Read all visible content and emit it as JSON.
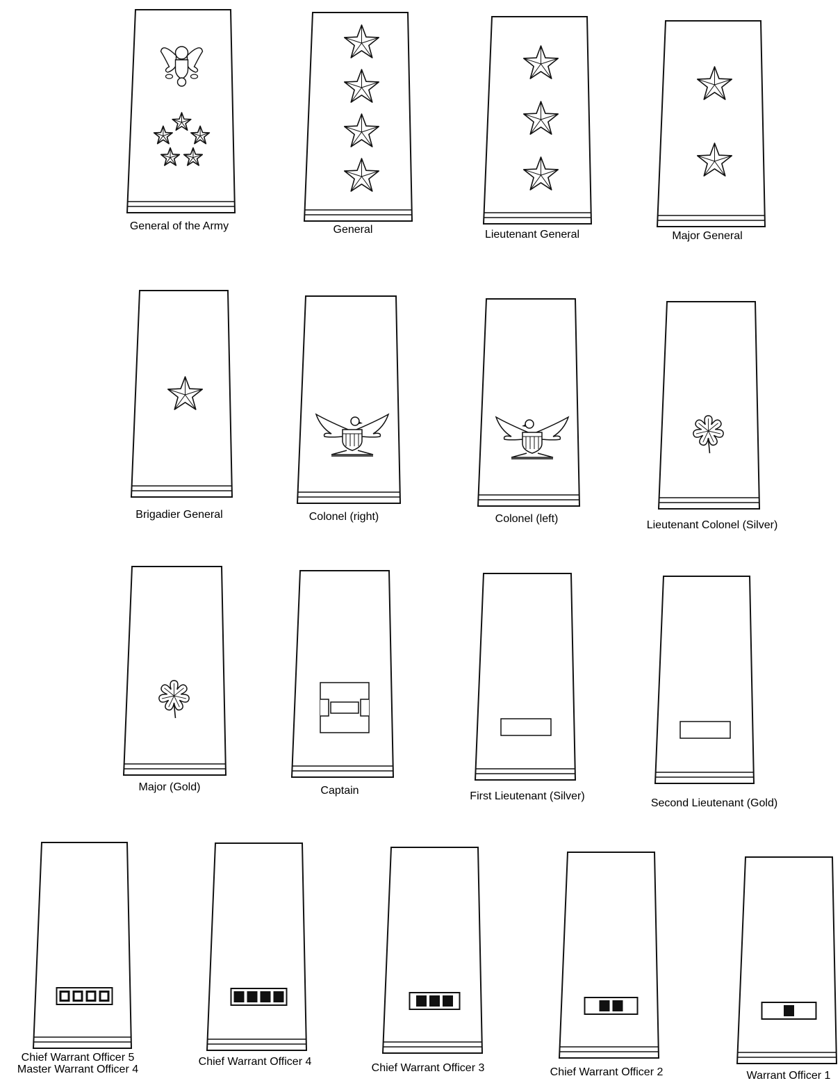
{
  "title": "",
  "boards": [
    {
      "id": "general-of-the-army",
      "caption": [
        "General of the Army"
      ],
      "insignia": "eagle-and-five-star-wreath",
      "count": 5
    },
    {
      "id": "general",
      "caption": [
        "General"
      ],
      "insignia": "stars",
      "count": 4
    },
    {
      "id": "lieutenant-general",
      "caption": [
        "Lieutenant General"
      ],
      "insignia": "stars",
      "count": 3
    },
    {
      "id": "major-general",
      "caption": [
        "Major General"
      ],
      "insignia": "stars",
      "count": 2
    },
    {
      "id": "brigadier-general",
      "caption": [
        "Brigadier General"
      ],
      "insignia": "stars",
      "count": 1
    },
    {
      "id": "colonel-right",
      "caption": [
        "Colonel (right)"
      ],
      "insignia": "eagle-right",
      "count": 1
    },
    {
      "id": "colonel-left",
      "caption": [
        "Colonel (left)"
      ],
      "insignia": "eagle-left",
      "count": 1
    },
    {
      "id": "lieutenant-colonel",
      "caption": [
        "Lieutenant Colonel (Silver)"
      ],
      "insignia": "oak-leaf",
      "count": 1
    },
    {
      "id": "major",
      "caption": [
        "Major (Gold)"
      ],
      "insignia": "oak-leaf",
      "count": 1
    },
    {
      "id": "captain",
      "caption": [
        "Captain"
      ],
      "insignia": "two-bars",
      "count": 2
    },
    {
      "id": "first-lieutenant",
      "caption": [
        "First Lieutenant (Silver)"
      ],
      "insignia": "bar",
      "count": 1
    },
    {
      "id": "second-lieutenant",
      "caption": [
        "Second Lieutenant (Gold)"
      ],
      "insignia": "bar",
      "count": 1
    },
    {
      "id": "cw5",
      "caption": [
        "Chief Warrant Officer 5",
        "Master Warrant Officer 4"
      ],
      "insignia": "warrant-outline",
      "count": 4
    },
    {
      "id": "cw4",
      "caption": [
        "Chief Warrant Officer 4"
      ],
      "insignia": "warrant-filled",
      "count": 4
    },
    {
      "id": "cw3",
      "caption": [
        "Chief Warrant Officer 3"
      ],
      "insignia": "warrant-filled",
      "count": 3
    },
    {
      "id": "cw2",
      "caption": [
        "Chief Warrant Officer 2"
      ],
      "insignia": "warrant-filled",
      "count": 2
    },
    {
      "id": "wo1",
      "caption": [
        "Warrant Officer 1"
      ],
      "insignia": "warrant-filled",
      "count": 1
    }
  ]
}
